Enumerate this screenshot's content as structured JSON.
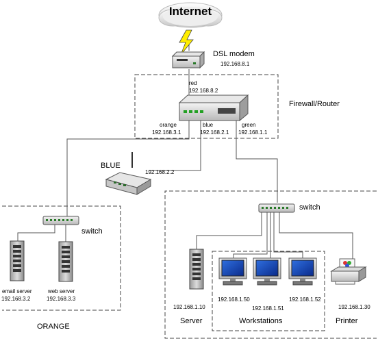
{
  "internet": {
    "label": "Internet"
  },
  "modem": {
    "label": "DSL modem",
    "ip": "192.168.8.1"
  },
  "router": {
    "zone_label": "Firewall/Router",
    "red": {
      "name": "red",
      "ip": "192.168.8.2"
    },
    "orange": {
      "name": "orange",
      "ip": "192.168.3.1"
    },
    "blue": {
      "name": "blue",
      "ip": "192.168.2.1"
    },
    "green": {
      "name": "green",
      "ip": "192.168.1.1"
    }
  },
  "blue_ap": {
    "label": "BLUE",
    "ip": "192.168.2.2"
  },
  "orange_zone": {
    "label": "ORANGE",
    "switch_label": "switch",
    "email_server": {
      "label": "email server",
      "ip": "192.168.3.2"
    },
    "web_server": {
      "label": "web server",
      "ip": "192.168.3.3"
    }
  },
  "green_zone": {
    "switch_label": "switch",
    "server": {
      "label": "Server",
      "ip": "192.168.1.10"
    },
    "workstations": {
      "label": "Workstations",
      "ips": [
        "192.168.1.50",
        "192.168.1.51",
        "192.168.1.52"
      ]
    },
    "printer": {
      "label": "Printer",
      "ip": "192.168.1.30"
    }
  }
}
